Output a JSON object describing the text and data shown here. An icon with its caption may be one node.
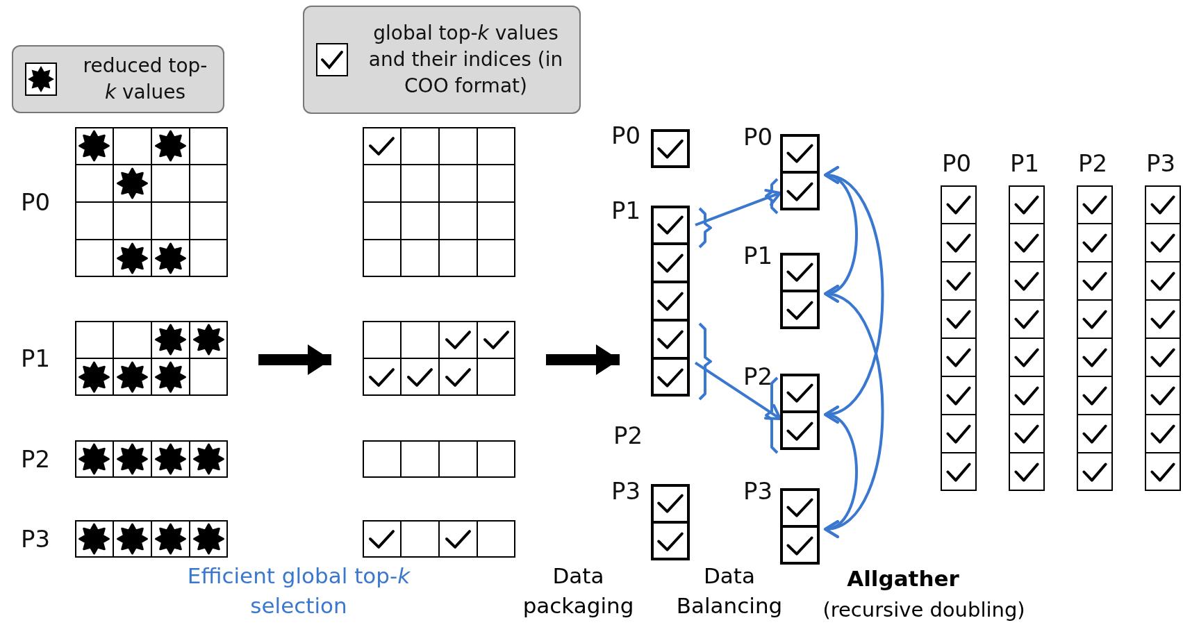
{
  "diagram": {
    "nodes": [
      {
        "text": [],
        "shape": "box",
        "beside": [
          "P0"
        ]
      },
      {
        "text": [],
        "shape": "box",
        "beside": [
          "P1"
        ]
      },
      {
        "text": [],
        "shape": "box",
        "beside": [
          "P2"
        ]
      },
      {
        "text": [],
        "shape": "box",
        "beside": [
          "P3"
        ]
      },
      {
        "text": [],
        "shape": "box"
      },
      {
        "text": [],
        "shape": "box"
      },
      {
        "text": [],
        "shape": "box"
      },
      {
        "text": [],
        "shape": "box"
      },
      {
        "text": [],
        "shape": "box",
        "beside": [
          "P0"
        ]
      },
      {
        "text": [],
        "shape": "box",
        "beside": [
          "P1"
        ]
      },
      {
        "text": [],
        "shape": "box",
        "beside": [
          "P3"
        ]
      },
      {
        "text": [],
        "shape": "box",
        "beside": [
          "P0"
        ]
      },
      {
        "text": [],
        "shape": "box",
        "beside": [
          "P1"
        ]
      },
      {
        "text": [],
        "shape": "box",
        "beside": [
          "P2"
        ]
      },
      {
        "text": [],
        "shape": "box",
        "beside": [
          "P3"
        ]
      },
      {
        "text": [],
        "shape": "box",
        "beside": [
          "P0"
        ]
      },
      {
        "text": [],
        "shape": "box",
        "beside": [
          "P1"
        ]
      },
      {
        "text": [],
        "shape": "box",
        "beside": [
          "P2"
        ]
      },
      {
        "text": [],
        "shape": "box",
        "beside": [
          "P3"
        ]
      }
    ],
    "edges": [
      {
        "from": 1,
        "to": 5,
        "arrow": "to",
        "style": "thick",
        "color": "#000000"
      },
      {
        "from": 5,
        "to": 9,
        "arrow": "to",
        "style": "thick",
        "color": "#000000"
      },
      {
        "from": 9,
        "to": 11,
        "arrow": "to"
      },
      {
        "from": 9,
        "to": 13,
        "arrow": "to"
      },
      {
        "from": 11,
        "to": 12,
        "arrow": "both"
      },
      {
        "from": 11,
        "to": 13,
        "arrow": "both"
      },
      {
        "from": 12,
        "to": 14,
        "arrow": "both"
      },
      {
        "from": 13,
        "to": 14,
        "arrow": "both"
      }
    ],
    "labels": [
      "P2",
      "Efficient global top-*k* selection",
      "Data packaging",
      "Data Balancing",
      "Allgather",
      "(recursive doubling)"
    ],
    "legend": [
      {
        "text": "reduced top-*k* values"
      },
      {
        "text": "global top-*k* values and their indices (in COO format)"
      }
    ]
  }
}
